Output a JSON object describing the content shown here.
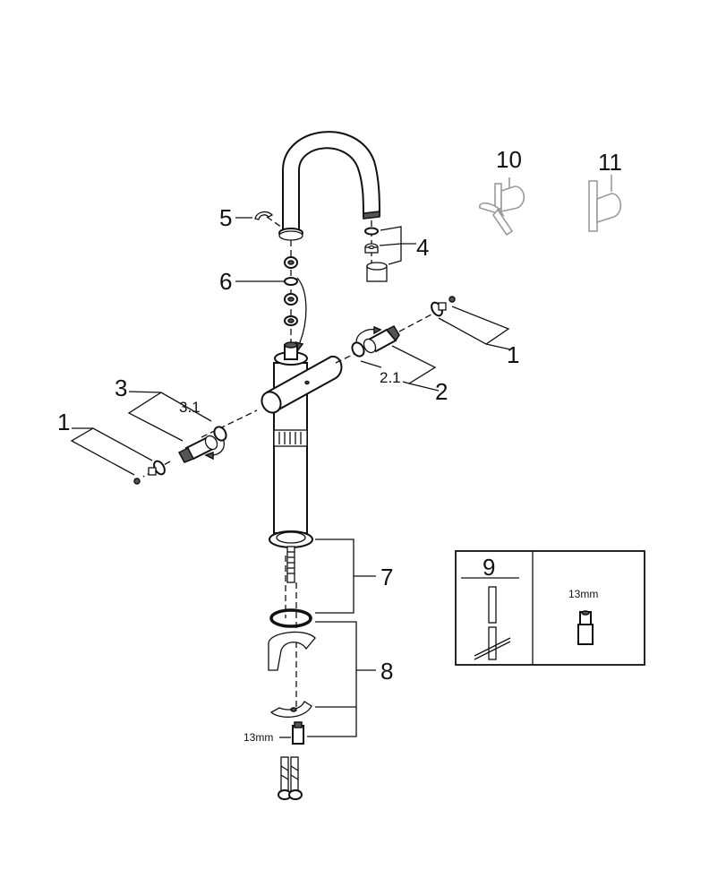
{
  "diagram": {
    "title": "Faucet exploded parts diagram",
    "part_labels": {
      "p1_right": "1",
      "p1_left": "1",
      "p2": "2",
      "p2_1": "2.1",
      "p3": "3",
      "p3_1": "3.1",
      "p4": "4",
      "p5": "5",
      "p6": "6",
      "p7": "7",
      "p8": "8",
      "p9": "9",
      "p10": "10",
      "p11": "11"
    },
    "wrench_size_label": "13mm",
    "tool_box": {
      "left_label": "9",
      "right_label": "13mm"
    },
    "parts": [
      {
        "number": "1",
        "name": "handle mounting screw and flange"
      },
      {
        "number": "2",
        "name": "cartridge (right)"
      },
      {
        "number": "2.1",
        "name": "o-ring (right cartridge)"
      },
      {
        "number": "3",
        "name": "cartridge (left)"
      },
      {
        "number": "3.1",
        "name": "o-ring (left cartridge)"
      },
      {
        "number": "4",
        "name": "aerator set"
      },
      {
        "number": "5",
        "name": "spout retaining clip"
      },
      {
        "number": "6",
        "name": "spout seal set"
      },
      {
        "number": "7",
        "name": "base flange with threaded rod"
      },
      {
        "number": "8",
        "name": "mounting set"
      },
      {
        "number": "9",
        "name": "mounting tool"
      },
      {
        "number": "10",
        "name": "cross handle"
      },
      {
        "number": "11",
        "name": "lever handle"
      }
    ]
  }
}
